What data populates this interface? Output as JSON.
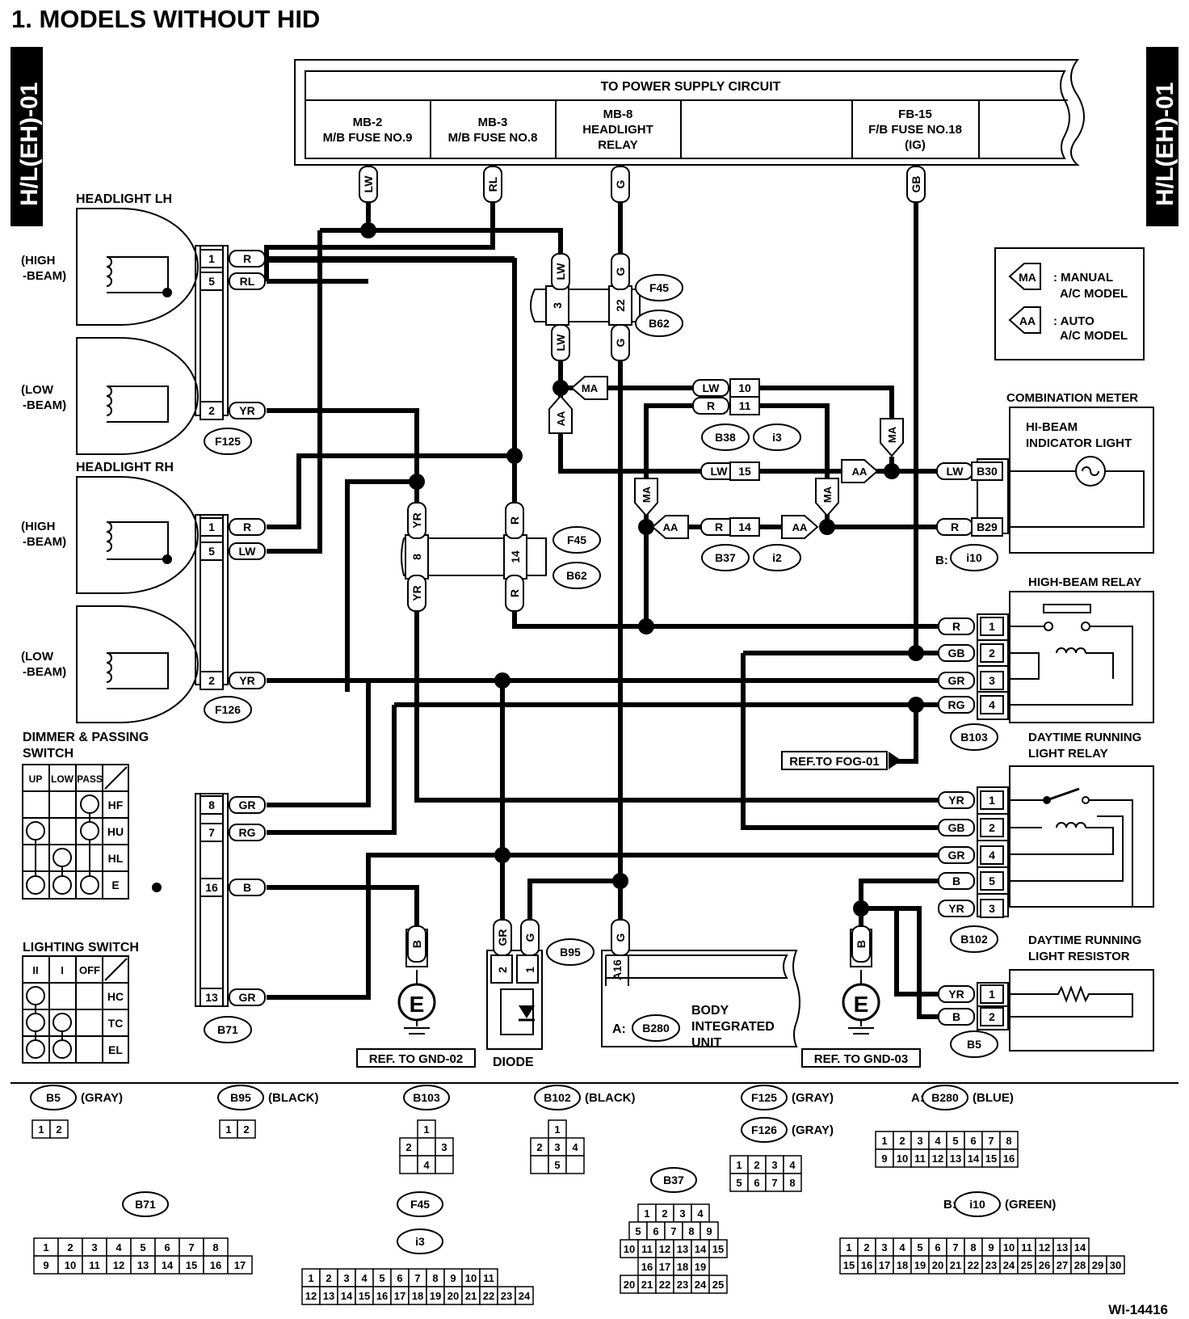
{
  "title": "1.  MODELS WITHOUT HID",
  "side_tab": "H/L(EH)-01",
  "figure_id": "WI-14416",
  "power": {
    "header": "TO POWER SUPPLY CIRCUIT",
    "cols": [
      {
        "lines": [
          "MB-2",
          "M/B FUSE NO.9"
        ]
      },
      {
        "lines": [
          "MB-3",
          "M/B FUSE NO.8"
        ]
      },
      {
        "lines": [
          "MB-8",
          "HEADLIGHT",
          "RELAY"
        ]
      },
      {
        "lines": [
          ""
        ]
      },
      {
        "lines": [
          "FB-15",
          "F/B FUSE NO.18",
          "(IG)"
        ]
      }
    ]
  },
  "legend": {
    "ma_tag": "MA",
    "ma_lines": [
      ": MANUAL",
      "A/C MODEL"
    ],
    "aa_tag": "AA",
    "aa_lines": [
      ": AUTO",
      "A/C MODEL"
    ]
  },
  "labels": {
    "headlight_lh": "HEADLIGHT LH",
    "headlight_rh": "HEADLIGHT RH",
    "high_beam": [
      "(HIGH",
      "-BEAM)"
    ],
    "low_beam": [
      "(LOW",
      "-BEAM)"
    ],
    "dimmer": [
      "DIMMER & PASSING",
      "SWITCH"
    ],
    "lighting_switch": "LIGHTING SWITCH",
    "combination_meter": "COMBINATION METER",
    "hi_beam_indicator": [
      "HI-BEAM",
      "INDICATOR LIGHT"
    ],
    "high_beam_relay": "HIGH-BEAM RELAY",
    "drl_relay": [
      "DAYTIME RUNNING",
      "LIGHT RELAY"
    ],
    "drl_resistor": [
      "DAYTIME RUNNING",
      "LIGHT RESISTOR"
    ],
    "ref_fog": "REF.TO FOG-01",
    "ref_gnd02": "REF. TO GND-02",
    "ref_gnd03": "REF. TO GND-03",
    "diode": "DIODE",
    "biu_prefix": "A:",
    "biu": [
      "BODY",
      "INTEGRATED",
      "UNIT"
    ],
    "i10_prefix": "B:",
    "ground": "E"
  },
  "dimmer_headers": [
    "UP",
    "LOW",
    "PASS"
  ],
  "dimmer_rows": [
    "HF",
    "HU",
    "HL",
    "E"
  ],
  "lighting_headers": [
    "II",
    "I",
    "OFF"
  ],
  "lighting_rows": [
    "HC",
    "TC",
    "EL"
  ],
  "connectors": [
    "F125",
    "F126",
    "F45",
    "B62",
    "B38",
    "i3",
    "B37",
    "i2",
    "i10",
    "B103",
    "B102",
    "B95",
    "B71",
    "B280",
    "B5"
  ],
  "wire_tags": [
    "LW",
    "RL",
    "G",
    "GB",
    "YR",
    "R",
    "GR",
    "RG",
    "B"
  ],
  "pins": [
    "1",
    "2",
    "3",
    "4",
    "5",
    "7",
    "8",
    "10",
    "11",
    "13",
    "14",
    "15",
    "16",
    "22",
    "A16",
    "B29",
    "B30"
  ],
  "connector_table": [
    {
      "id": "B5",
      "color": "(GRAY)",
      "rows": [
        [
          "1",
          "2"
        ]
      ]
    },
    {
      "id": "B95",
      "color": "(BLACK)",
      "rows": [
        [
          "1",
          "2"
        ]
      ]
    },
    {
      "id": "B103",
      "color": "",
      "rows": [
        [
          "1"
        ],
        [
          "2",
          "",
          "3"
        ],
        [
          "",
          "4",
          ""
        ]
      ]
    },
    {
      "id": "B102",
      "color": "(BLACK)",
      "rows": [
        [
          "1"
        ],
        [
          "2",
          "3",
          "4"
        ],
        [
          "",
          "5",
          ""
        ]
      ]
    },
    {
      "id": "F125",
      "color": "(GRAY)",
      "rows": [
        [
          "1",
          "2",
          "3",
          "4"
        ],
        [
          "5",
          "6",
          "7",
          "8"
        ]
      ]
    },
    {
      "id": "F126",
      "color": "(GRAY)",
      "rows": []
    },
    {
      "id": "B280",
      "prefix": "A:",
      "color": "(BLUE)",
      "rows": [
        [
          "1",
          "2",
          "3",
          "4",
          "5",
          "6",
          "7",
          "8"
        ],
        [
          "9",
          "10",
          "11",
          "12",
          "13",
          "14",
          "15",
          "16"
        ]
      ]
    },
    {
      "id": "B71",
      "color": "",
      "rows": [
        [
          "1",
          "2",
          "3",
          "4",
          "5",
          "6",
          "7",
          "8"
        ],
        [
          "9",
          "10",
          "11",
          "12",
          "13",
          "14",
          "15",
          "16",
          "17"
        ]
      ]
    },
    {
      "id": "F45",
      "color": "",
      "rows": []
    },
    {
      "id": "i3",
      "color": "",
      "rows": [
        [
          "1",
          "2",
          "3",
          "4",
          "5",
          "6",
          "7",
          "8",
          "9",
          "10",
          "11"
        ],
        [
          "12",
          "13",
          "14",
          "15",
          "16",
          "17",
          "18",
          "19",
          "20",
          "21",
          "22",
          "23",
          "24"
        ]
      ]
    },
    {
      "id": "B37",
      "color": "",
      "rows": [
        [
          "1",
          "2",
          "3",
          "4"
        ],
        [
          "5",
          "6",
          "7",
          "8",
          "9"
        ],
        [
          "10",
          "11",
          "12",
          "13",
          "14",
          "15"
        ],
        [
          "16",
          "17",
          "18",
          "19"
        ],
        [
          "20",
          "21",
          "22",
          "23",
          "24",
          "25"
        ]
      ]
    },
    {
      "id": "i10",
      "prefix": "B:",
      "color": "(GREEN)",
      "rows": [
        [
          "1",
          "2",
          "3",
          "4",
          "5",
          "6",
          "7",
          "8",
          "9",
          "10",
          "11",
          "12",
          "13",
          "14"
        ],
        [
          "15",
          "16",
          "17",
          "18",
          "19",
          "20",
          "21",
          "22",
          "23",
          "24",
          "25",
          "26",
          "27",
          "28",
          "29",
          "30"
        ]
      ]
    }
  ]
}
